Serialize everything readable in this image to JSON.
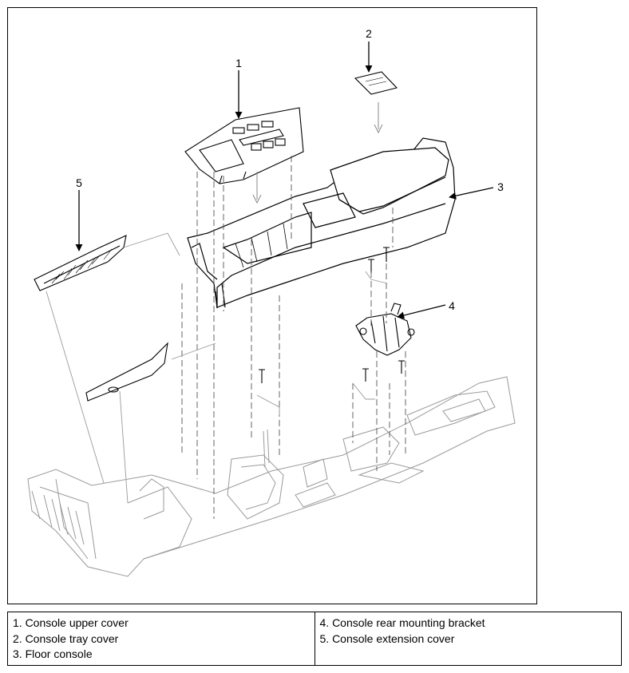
{
  "diagram": {
    "callouts": [
      {
        "id": "1",
        "label": "1"
      },
      {
        "id": "2",
        "label": "2"
      },
      {
        "id": "3",
        "label": "3"
      },
      {
        "id": "4",
        "label": "4"
      },
      {
        "id": "5",
        "label": "5"
      }
    ]
  },
  "legend": {
    "left": [
      {
        "text": "1. Console upper cover"
      },
      {
        "text": "2. Console tray cover"
      },
      {
        "text": "3. Floor console"
      }
    ],
    "right": [
      {
        "text": "4. Console rear mounting bracket"
      },
      {
        "text": "5. Console extension cover"
      }
    ]
  }
}
